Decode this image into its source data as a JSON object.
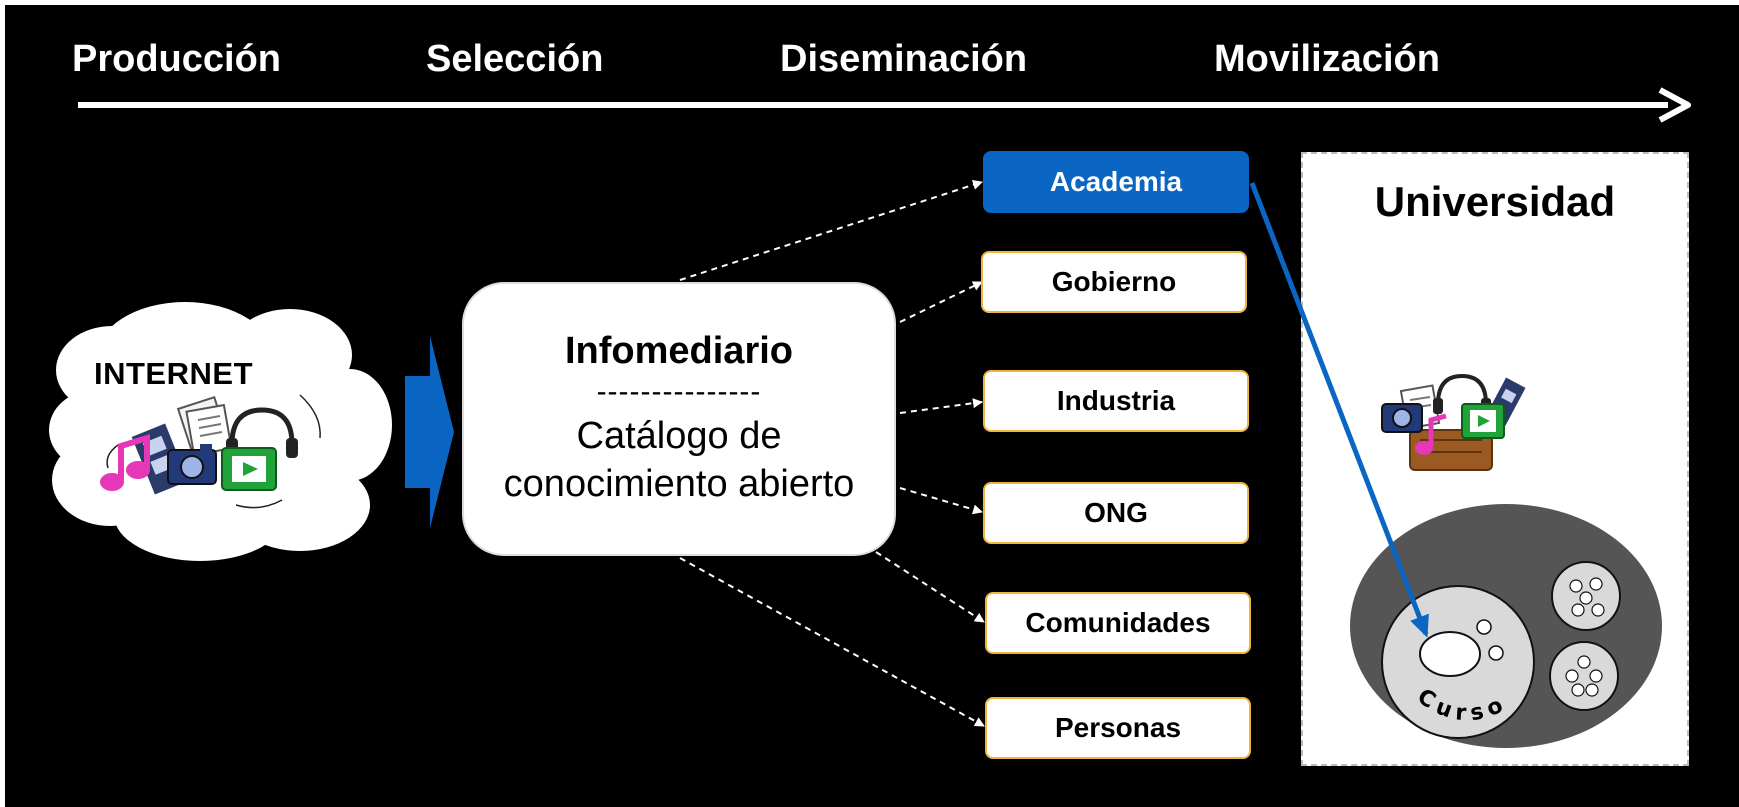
{
  "stages": [
    {
      "label": "Producción"
    },
    {
      "label": "Selección"
    },
    {
      "label": "Diseminación"
    },
    {
      "label": "Movilización"
    }
  ],
  "internet": {
    "label": "INTERNET"
  },
  "infomediary": {
    "title": "Infomediario",
    "separator": "---------------",
    "line1": "Catálogo de",
    "line2": "conocimiento abierto"
  },
  "stakeholders": [
    {
      "label": "Academia",
      "highlighted": true
    },
    {
      "label": "Gobierno",
      "highlighted": false
    },
    {
      "label": "Industria",
      "highlighted": false
    },
    {
      "label": "ONG",
      "highlighted": false
    },
    {
      "label": "Comunidades",
      "highlighted": false
    },
    {
      "label": "Personas",
      "highlighted": false
    }
  ],
  "university": {
    "title": "Universidad",
    "course_label": "Curso"
  },
  "icons": [
    "music-note-icon",
    "film-strip-icon",
    "camera-icon",
    "document-icon",
    "headphones-icon",
    "video-play-icon",
    "basket-icon"
  ],
  "colors": {
    "background": "#000000",
    "accent_blue": "#0b66c3",
    "box_border": "#f0b63a",
    "dark_ellipse": "#555555",
    "light_circle": "#d9d9d9"
  }
}
